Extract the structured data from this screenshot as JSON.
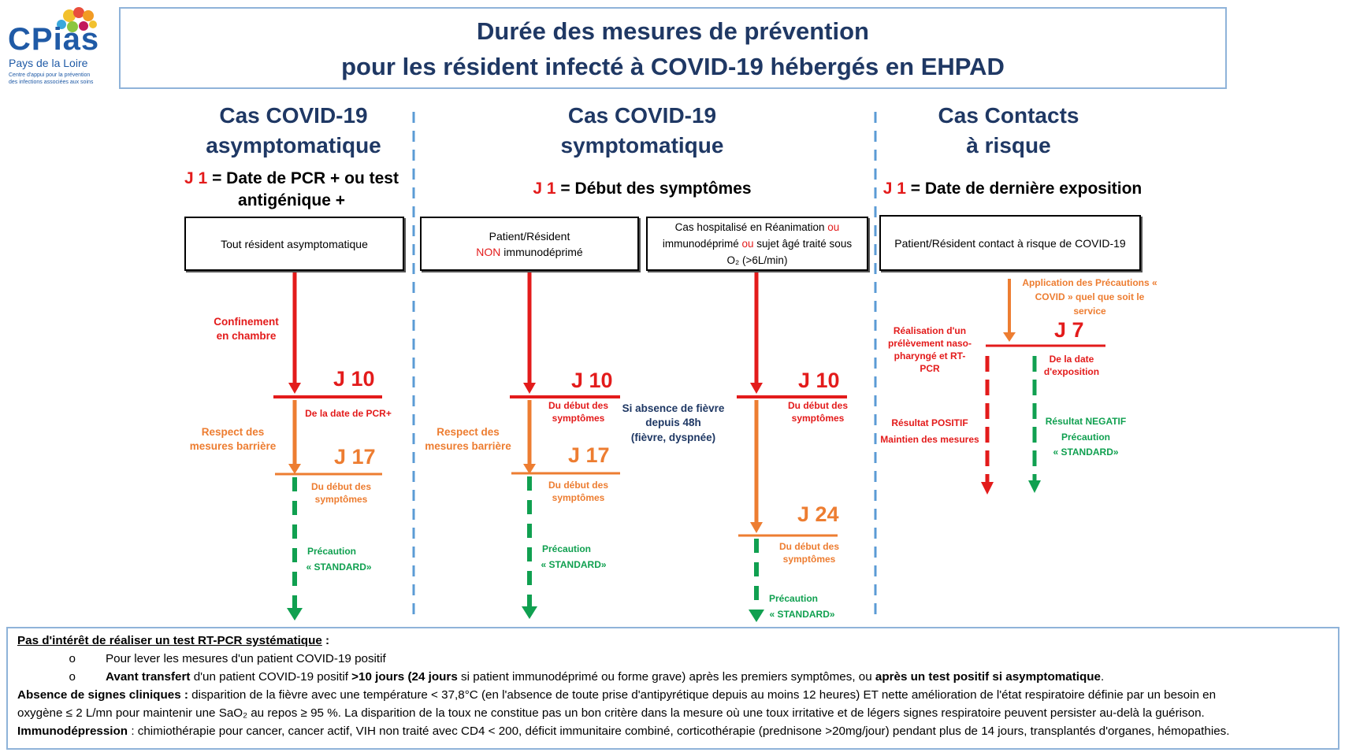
{
  "logo": {
    "name": "CPias",
    "region": "Pays de la Loire",
    "tagline_1": "Centre d'appui pour la prévention",
    "tagline_2": "des infections associées aux soins"
  },
  "title": {
    "line1": "Durée des mesures de prévention",
    "line2": "pour les résident infecté à COVID-19 hébergés en EHPAD"
  },
  "columns": {
    "asym": {
      "head1": "Cas COVID-19",
      "head2": "asymptomatique",
      "j1_prefix": "J 1",
      "j1_text": " = Date de PCR + ou test",
      "j1_text2": "antigénique +",
      "box": "Tout résident asymptomatique",
      "confinement": "Confinement en chambre",
      "j10": "J 10",
      "j10_note": "De la date de PCR+",
      "respect": "Respect des mesures barrière",
      "j17": "J 17",
      "j17_note": "Du début des symptômes",
      "precaution": "Précaution",
      "standard": "« STANDARD»"
    },
    "sym": {
      "head1": "Cas COVID-19",
      "head2": "symptomatique",
      "j1_prefix": "J 1",
      "j1_text": " = Début des symptômes",
      "box1_line1": "Patient/Résident",
      "box1_red": "NON",
      "box1_line2": " immunodéprimé",
      "box2_line1_a": "Cas hospitalisé en Réanimation ",
      "box2_ou1": "ou",
      "box2_line2_a": "immunodéprimé ",
      "box2_ou2": "ou",
      "box2_line2_b": " sujet âgé traité sous",
      "box2_line3": "O₂ (>6L/min)",
      "j10_left": "J 10",
      "j10_left_note": "Du début des symptômes",
      "respect": "Respect des mesures barrière",
      "j17": "J 17",
      "j17_note": "Du début des symptômes",
      "precaution_left": "Précaution",
      "standard_left": "« STANDARD»",
      "fever": "Si absence de fièvre depuis 48h",
      "fever_note": "(fièvre, dyspnée)",
      "j10_right": "J 10",
      "j10_right_note": "Du début des symptômes",
      "j24": "J 24",
      "j24_note": "Du début des symptômes",
      "precaution_right": "Précaution",
      "standard_right": "« STANDARD»"
    },
    "contact": {
      "head1": "Cas Contacts",
      "head2": "à risque",
      "j1_prefix": "J 1",
      "j1_text": " = Date de dernière exposition",
      "box": "Patient/Résident contact à risque de COVID-19",
      "application": "Application des Précautions « COVID » quel que soit le service",
      "realisation": "Réalisation d'un prélèvement naso-pharyngé et RT-PCR",
      "j7": "J 7",
      "j7_note": "De la date d'exposition",
      "positif1": "Résultat POSITIF",
      "positif2": "Maintien des mesures",
      "negatif1": "Résultat NEGATIF",
      "negatif2": "Précaution",
      "negatif3": "« STANDARD»"
    }
  },
  "notes": {
    "heading": "Pas d'intérêt de réaliser un test RT-PCR systématique",
    "heading_colon": " :",
    "bullet_mark": "o",
    "b1": "Pour lever les mesures d'un patient COVID-19 positif",
    "b2_bold1": "Avant transfert",
    "b2_t1": " d'un patient COVID-19 positif ",
    "b2_bold2": ">10 jours (24 jours",
    "b2_t2": " si patient immunodéprimé ou forme grave) après les premiers symptômes, ou ",
    "b2_bold3": "après un test positif si asymptomatique",
    "b2_t3": ".",
    "abs_bold": "Absence de signes cliniques :",
    "abs_t1": " disparition de la fièvre avec une température < 37,8°C (en l'absence de toute prise d'antipyrétique depuis au moins 12 heures) ET nette amélioration de l'état respiratoire définie par un besoin en",
    "abs_t2": "oxygène ≤ 2 L/mn pour maintenir une SaO₂ au repos ≥ 95 %. La disparition de la toux ne constitue pas un bon critère dans la mesure où une toux irritative et de légers signes respiratoire peuvent persister au-delà la guérison.",
    "imm_bold": "Immunodépression",
    "imm_t": " : chimiothérapie pour cancer, cancer actif, VIH non traité avec CD4 < 200, déficit immunitaire combiné, corticothérapie (prednisone >20mg/jour) pendant plus de 14 jours, transplantés d'organes, hémopathies."
  },
  "colors": {
    "red": "#e31b1b",
    "orange": "#ed7d31",
    "green": "#10a050",
    "navy": "#1f3864",
    "blue_border": "#8fb3d9"
  }
}
